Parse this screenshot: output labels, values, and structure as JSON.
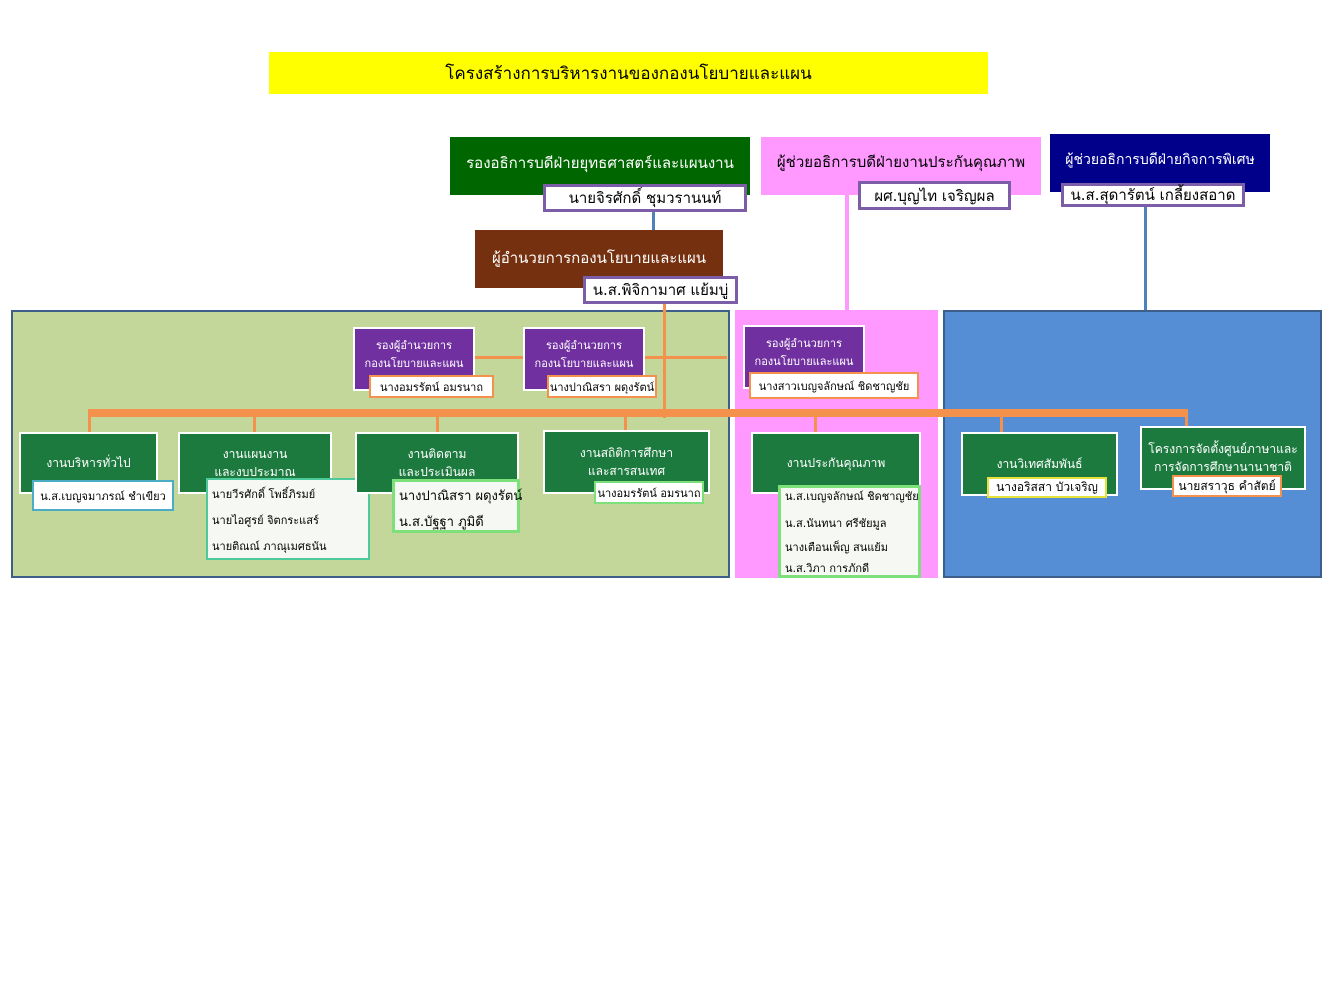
{
  "title": "โครงสร้างการบริหารงานของกองนโยบายและแผน",
  "executives": [
    {
      "position": "รองอธิการบดีฝ่ายยุทธศาสตร์และแผนงาน",
      "name": "นายจิรศักดิ์  ชุมวรานนท์",
      "color": "#006600"
    },
    {
      "position": "ผู้ช่วยอธิการบดีฝ่ายงานประกันคุณภาพ",
      "name": "ผศ.บุญไท  เจริญผล",
      "color": "#ff99ff"
    },
    {
      "position": "ผู้ช่วยอธิการบดีฝ่ายกิจการพิเศษ",
      "name": "น.ส.สุดารัตน์  เกลี้ยงสอาด",
      "color": "#00008b"
    }
  ],
  "director": {
    "position": "ผู้อำนวยการกองนโยบายและแผน",
    "name": "น.ส.พิจิกามาศ  แย้มบู่",
    "color": "#74300f"
  },
  "deputies": [
    {
      "line1": "รองผู้อำนวยการ",
      "line2": "กองนโยบายและแผน",
      "name": "นางอมรรัตน์  อมรนาถ"
    },
    {
      "line1": "รองผู้อำนวยการ",
      "line2": "กองนโยบายและแผน",
      "name": "นางปาณิสรา  ผดุงรัตน์"
    },
    {
      "line1": "รองผู้อำนวยการ",
      "line2": "กองนโยบายและแผน",
      "name": "นางสาวเบญจลักษณ์  ชิดชาญชัย"
    }
  ],
  "units": [
    {
      "line1": "งานบริหารทั่วไป",
      "line2": "",
      "names": [
        "น.ส.เบญจมาภรณ์   ชำเขียว"
      ]
    },
    {
      "line1": "งานแผนงาน",
      "line2": "และงบประมาณ",
      "names": [
        "นายวีรศักดิ์   โพธิ์ภิรมย์",
        "นายไอศูรย์  จิตกระแสร์",
        "นายติณณ์  ภาณุเมศธนัน"
      ]
    },
    {
      "line1": "งานติดตาม",
      "line2": "และประเมินผล",
      "names": [
        "นางปาณิสรา  ผดุงรัตน์",
        "น.ส.บัฐฐา   ภูมิดี"
      ]
    },
    {
      "line1": "งานสถิติการศึกษา",
      "line2": "และสารสนเทศ",
      "names": [
        "นางอมรรัตน์  อมรนาถ"
      ]
    },
    {
      "line1": "งานประกันคุณภาพ",
      "line2": "",
      "names": [
        "น.ส.เบญจลักษณ์  ชิดชาญชัย",
        "น.ส.นันทนา  ศรีชัยมูล",
        "นางเตือนเพ็ญ  สนแย้ม",
        "น.ส.วิภา  การภักดี"
      ]
    },
    {
      "line1": "งานวิเทศสัมพันธ์",
      "line2": "",
      "names": [
        "นางอริสสา  บัวเจริญ"
      ]
    },
    {
      "line1": "โครงการจัดตั้งศูนย์ภาษาและ",
      "line2": "การจัดการศึกษานานาชาติ",
      "names": [
        "นายสราวุธ  คำสัตย์"
      ]
    }
  ],
  "colors": {
    "panel_green": "#c4d79b",
    "panel_pink": "#ff99ff",
    "panel_blue": "#558ed5",
    "connector": "#f4914d",
    "unit": "#1c7a3e",
    "deputy": "#7030a0"
  }
}
